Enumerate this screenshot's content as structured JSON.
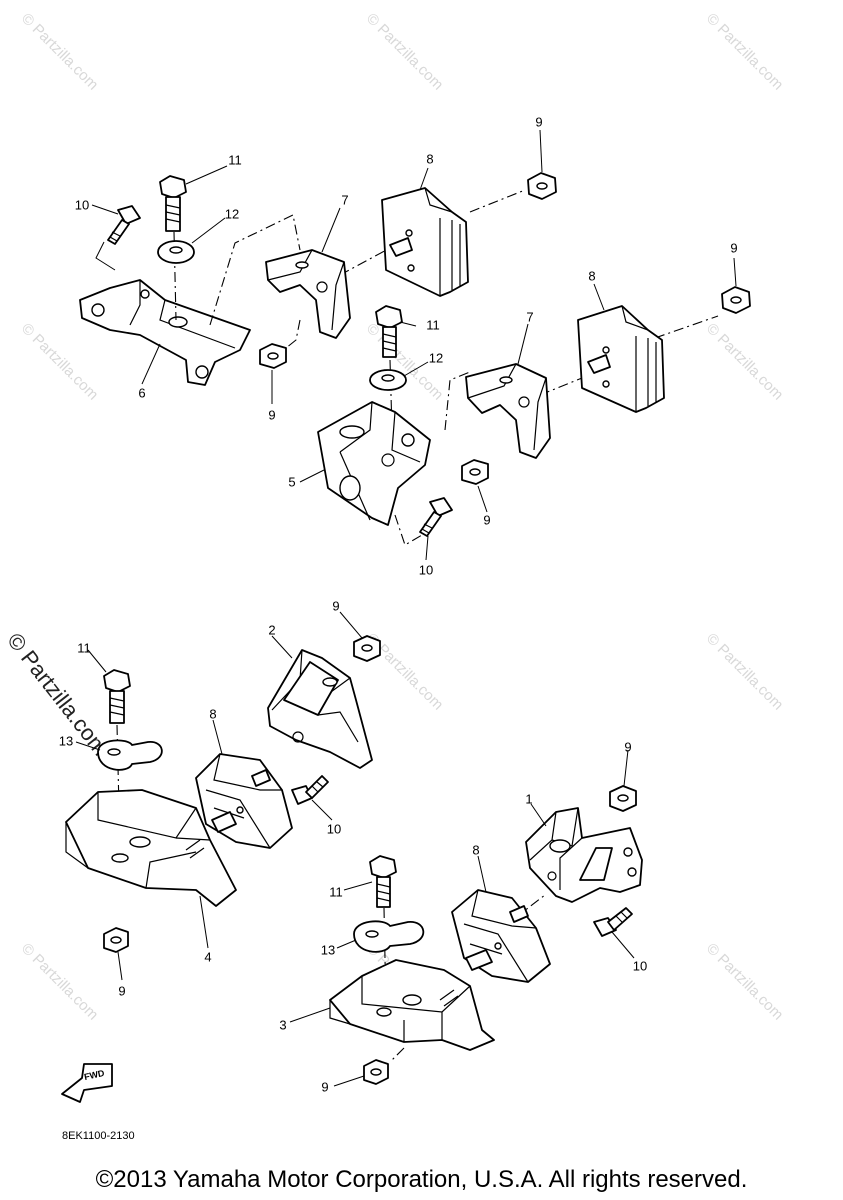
{
  "watermark": "© Partzilla.com",
  "figure_code": "8EK1100-2130",
  "fwd_label": "FWD",
  "copyright": "©2013 Yamaha Motor Corporation, U.S.A. All rights reserved.",
  "callouts": {
    "a11": "11",
    "a10": "10",
    "a12": "12",
    "a6": "6",
    "a9": "9",
    "a7": "7",
    "a8": "8",
    "a9b": "9",
    "b11": "11",
    "b12": "12",
    "b5": "5",
    "b9": "9",
    "b10": "10",
    "b7": "7",
    "b8": "8",
    "b9b": "9",
    "c9": "9",
    "c2": "2",
    "c11": "11",
    "c13": "13",
    "c8": "8",
    "c10": "10",
    "c4": "4",
    "c9b": "9",
    "d9": "9",
    "d1": "1",
    "d8": "8",
    "d11": "11",
    "d13": "13",
    "d10": "10",
    "d3": "3",
    "d9b": "9"
  }
}
